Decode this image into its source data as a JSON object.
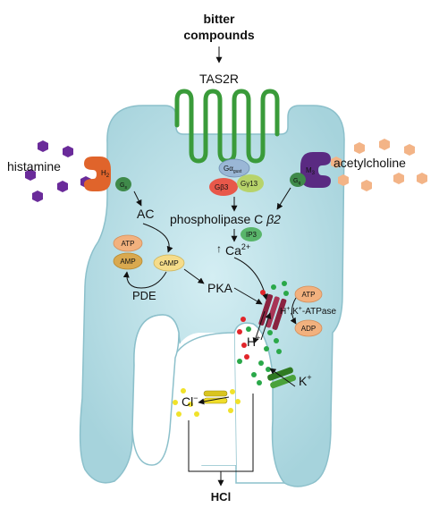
{
  "labels": {
    "bitter_line1": "bitter",
    "bitter_line2": "compounds",
    "receptor": "TAS2R",
    "histamine": "histamine",
    "acetylcholine": "acetylcholine",
    "h2": "H",
    "h2_sub": "2",
    "m3": "M",
    "m3_sub": "3",
    "gs": "G",
    "gs_sub": "s",
    "gq": "G",
    "gq_sub": "q",
    "galpha": "Gα",
    "galpha_sub": "gust",
    "gbeta": "Gβ3",
    "ggamma": "Gγ13",
    "ac": "AC",
    "atp_left": "ATP",
    "amp": "AMP",
    "camp": "cAMP",
    "pde": "PDE",
    "pka": "PKA",
    "phospholipase": "phospholipase C ",
    "phospholipase_beta": "β2",
    "ip3": "IP3",
    "ca_arrow": "↑",
    "ca": "Ca",
    "ca_sup": "2+",
    "atp_right": "ATP",
    "adp": "ADP",
    "pump": "H",
    "pump_rest": ",K",
    "pump_end": "-ATPase",
    "hplus": "H",
    "kplus": "K",
    "clminus": "Cl",
    "hcl": "HCl"
  },
  "colors": {
    "cell": "#a9d5de",
    "cell_stroke": "#7fb6c2",
    "tas2r": "#3a9b3a",
    "h2_receptor": "#e0642b",
    "m3_receptor": "#5a2a82",
    "histamine": "#6a2b9a",
    "acetylcholine": "#f3b487",
    "g_protein": "#3f8a4a",
    "galpha": "#9ab7d6",
    "gbeta": "#e8584a",
    "ggamma": "#b7d36a",
    "oval_orange": "#f2b17e",
    "oval_gold": "#d9a94f",
    "oval_yellow": "#f5dc8a",
    "ip3": "#59b56a",
    "pump": "#8a2340",
    "dot_red": "#e2252a",
    "dot_green": "#2aa849",
    "k_channel": "#3a8a2a",
    "cl_channel": "#e3d02b",
    "dot_yellow": "#f0e22a"
  }
}
